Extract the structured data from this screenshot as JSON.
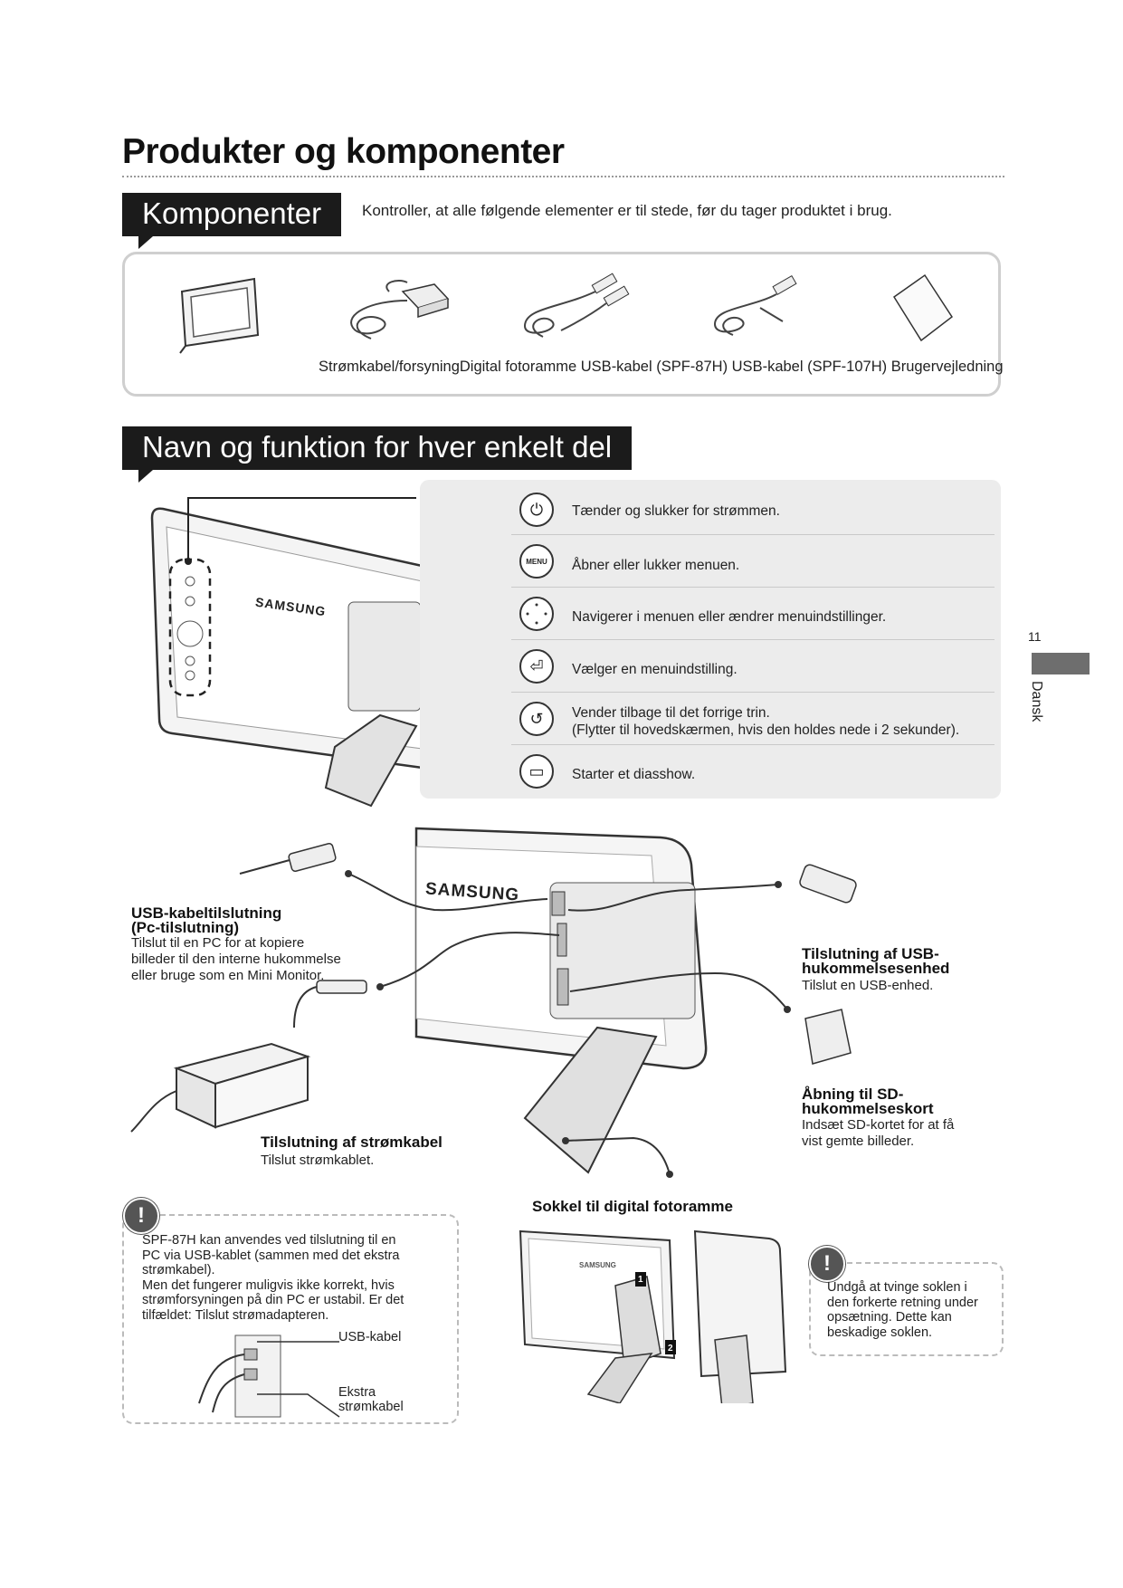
{
  "page": {
    "title": "Produkter og komponenter",
    "page_number": "11",
    "side_tab": "Dansk"
  },
  "components": {
    "heading": "Komponenter",
    "intro": "Kontroller, at alle følgende elementer er til stede, før du tager produktet i brug.",
    "labels_line": "Strømkabel/forsyningDigital fotoramme USB-kabel (SPF-87H) USB-kabel (SPF-107H) Brugervejledning",
    "items": [
      {
        "icon": "photo-frame-icon"
      },
      {
        "icon": "power-adapter-icon"
      },
      {
        "icon": "usb-cable-icon"
      },
      {
        "icon": "usb-cable-icon"
      },
      {
        "icon": "manual-icon"
      }
    ]
  },
  "parts": {
    "heading": "Navn og funktion for hver enkelt del",
    "brand": "SAMSUNG",
    "buttons": [
      {
        "icon": "power-icon",
        "glyph": "⏻",
        "text": "Tænder og slukker for strømmen."
      },
      {
        "icon": "menu-icon",
        "glyph": "MENU",
        "text": "Åbner eller lukker menuen."
      },
      {
        "icon": "navigation-icon",
        "glyph": "",
        "text": "Navigerer i menuen eller ændrer menuindstillinger."
      },
      {
        "icon": "enter-icon",
        "glyph": "⏎",
        "text": "Vælger en menuindstilling."
      },
      {
        "icon": "back-icon",
        "glyph": "↺",
        "text": "Vender tilbage til det forrige trin.",
        "text2": "(Flytter til hovedskærmen, hvis den holdes nede i 2 sekunder)."
      },
      {
        "icon": "slideshow-icon",
        "glyph": "▭",
        "text": "Starter et diasshow."
      }
    ]
  },
  "connections": {
    "brand": "SAMSUNG",
    "usb_pc": {
      "title1": "USB-kabeltilslutning",
      "title2": "(Pc-tilslutning)",
      "lines": [
        "Tilslut til en PC for at kopiere",
        "billeder til den interne hukommelse",
        "eller bruge som en Mini Monitor."
      ]
    },
    "usb_storage": {
      "title1": "Tilslutning af USB-",
      "title2": "hukommelsesenhed",
      "lines": [
        "Tilslut en USB-enhed."
      ]
    },
    "power": {
      "title1": "Tilslutning af strømkabel",
      "lines": [
        "Tilslut strømkablet."
      ]
    },
    "sd": {
      "title1": "Åbning til SD-",
      "title2": "hukommelseskort",
      "lines": [
        "Indsæt SD-kortet for at få",
        "vist gemte billeder."
      ]
    },
    "stand": {
      "title1": "Sokkel til digital fotoramme"
    }
  },
  "notes": {
    "left": {
      "lines": [
        "SPF-87H kan anvendes ved tilslutning til en",
        "PC via USB-kablet (sammen med det ekstra",
        "strømkabel).",
        "Men det fungerer muligvis ikke korrekt, hvis",
        "strømforsyningen på din PC er ustabil. Er det",
        "tilfældet: Tilslut strømadapteren."
      ],
      "label_usb": "USB-kabel",
      "label_extra1": "Ekstra",
      "label_extra2": "strømkabel"
    },
    "right": {
      "lines": [
        "Undgå at tvinge soklen i",
        "den forkerte retning under",
        "opsætning. Dette kan",
        "beskadige soklen."
      ]
    },
    "step1": "1",
    "step2": "2"
  },
  "colors": {
    "tag_bg": "#1b1b1b",
    "panel_bg": "#ececec",
    "side_tab": "#6e6e6e"
  }
}
